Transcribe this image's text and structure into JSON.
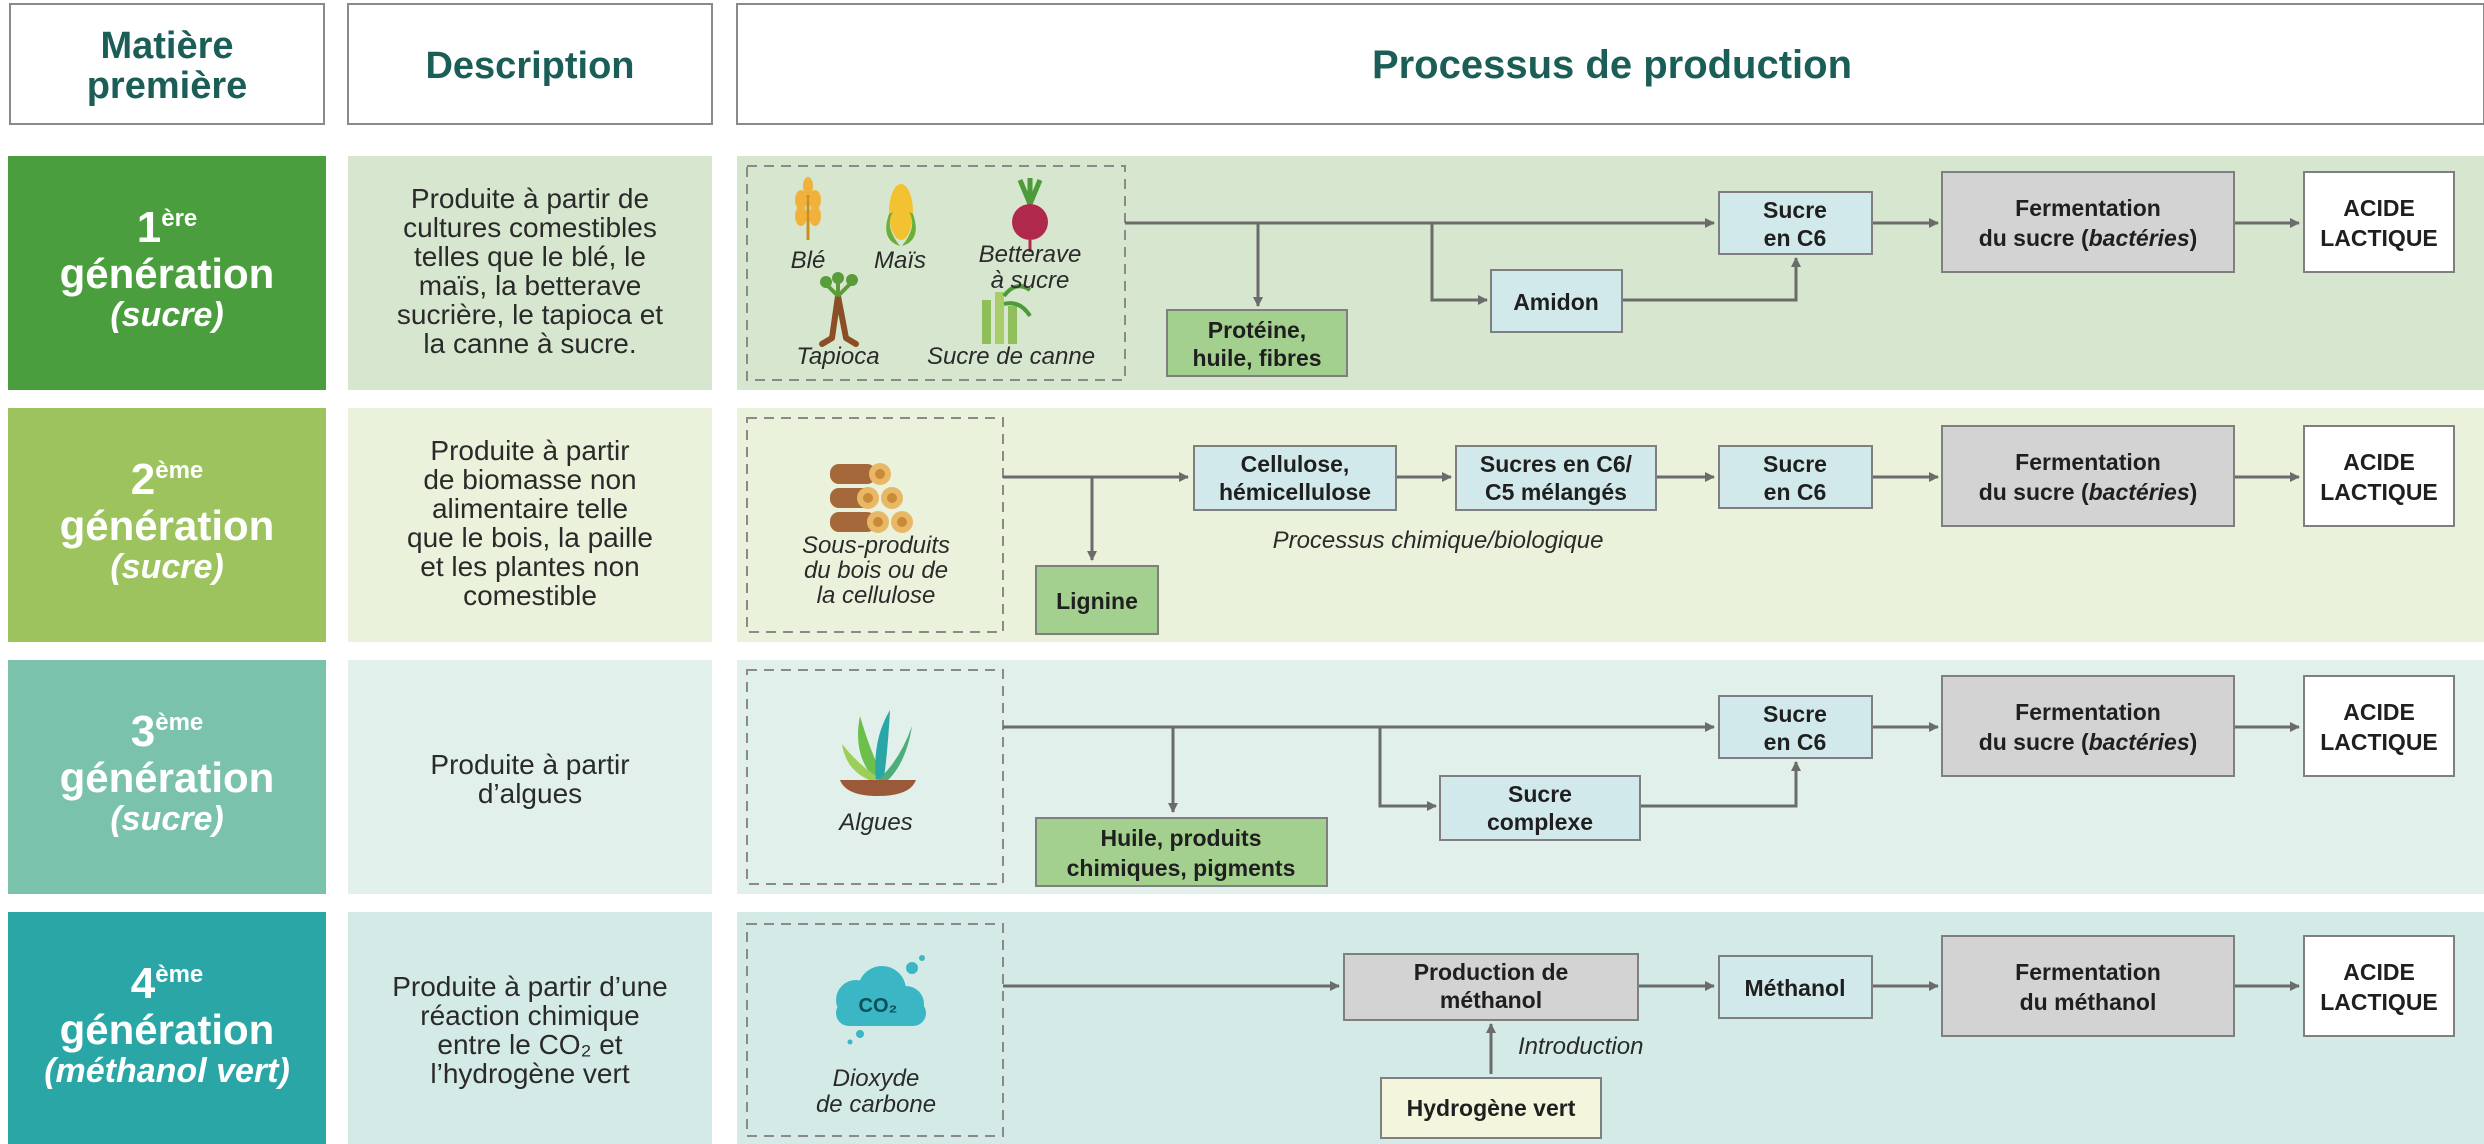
{
  "headers": {
    "matiere": [
      "Matière",
      "première"
    ],
    "description": "Description",
    "processus": "Processus de production"
  },
  "colors": {
    "gen1": "#4a9e3d",
    "gen1_bg": "#d7e7cf",
    "gen2": "#9cc35d",
    "gen2_bg": "#eaf2dc",
    "gen3": "#7bc2ad",
    "gen3_bg": "#e1f0ea",
    "gen4": "#2aa6a6",
    "gen4_bg": "#d4eae7",
    "box_blue": "#d2e9eb",
    "box_green": "#a3d08e",
    "box_grey": "#d3d3d3",
    "box_white": "#ffffff",
    "box_cream": "#f3f6dd"
  },
  "generations": [
    {
      "num": "1",
      "sup": "ère",
      "word": "génération",
      "sub": "(sucre)",
      "description": [
        "Produite à partir de",
        "cultures comestibles",
        "telles que le blé, le",
        "maïs, la betterave",
        "sucrière, le tapioca et",
        "la canne à sucre."
      ],
      "sources": [
        "Blé",
        "Maïs",
        "Betterave",
        "à sucre",
        "Tapioca",
        "Sucre de canne"
      ],
      "boxes": {
        "byproduct": [
          "Protéine,",
          "huile, fibres"
        ],
        "intermediate": [
          "Amidon"
        ],
        "sugar": [
          "Sucre",
          "en C6"
        ],
        "fermentation": [
          "Fermentation",
          "du sucre (",
          "bactéries",
          ")"
        ],
        "product": [
          "ACIDE",
          "LACTIQUE"
        ]
      }
    },
    {
      "num": "2",
      "sup": "ème",
      "word": "génération",
      "sub": "(sucre)",
      "description": [
        "Produite à partir",
        "de biomasse non",
        "alimentaire telle",
        "que le bois, la paille",
        "et les plantes non",
        "comestible"
      ],
      "sources": [
        "Sous-produits",
        "du bois ou de",
        "la cellulose"
      ],
      "boxes": {
        "cellulose": [
          "Cellulose,",
          "hémicellulose"
        ],
        "mixed": [
          "Sucres en C6/",
          "C5 mélangés"
        ],
        "byproduct": [
          "Lignine"
        ],
        "sugar": [
          "Sucre",
          "en C6"
        ],
        "fermentation": [
          "Fermentation",
          "du sucre (",
          "bactéries",
          ")"
        ],
        "product": [
          "ACIDE",
          "LACTIQUE"
        ]
      },
      "process_label": "Processus chimique/biologique"
    },
    {
      "num": "3",
      "sup": "ème",
      "word": "génération",
      "sub": "(sucre)",
      "description": [
        "Produite à partir",
        "d’algues"
      ],
      "sources": [
        "Algues"
      ],
      "boxes": {
        "byproduct": [
          "Huile, produits",
          "chimiques, pigments"
        ],
        "intermediate": [
          "Sucre",
          "complexe"
        ],
        "sugar": [
          "Sucre",
          "en C6"
        ],
        "fermentation": [
          "Fermentation",
          "du sucre (",
          "bactéries",
          ")"
        ],
        "product": [
          "ACIDE",
          "LACTIQUE"
        ]
      }
    },
    {
      "num": "4",
      "sup": "ème",
      "word": "génération",
      "sub": "(méthanol vert)",
      "description": [
        "Produite à partir d’une",
        "réaction chimique",
        "entre le CO₂ et",
        "l’hydrogène vert"
      ],
      "sources": [
        "Dioxyde",
        "de carbone"
      ],
      "co2_icon": "CO₂",
      "boxes": {
        "production": [
          "Production de",
          "méthanol"
        ],
        "methanol": [
          "Méthanol"
        ],
        "hydrogen": [
          "Hydrogène vert"
        ],
        "fermentation": [
          "Fermentation",
          "du méthanol"
        ],
        "product": [
          "ACIDE",
          "LACTIQUE"
        ]
      },
      "intro_label": "Introduction"
    }
  ]
}
